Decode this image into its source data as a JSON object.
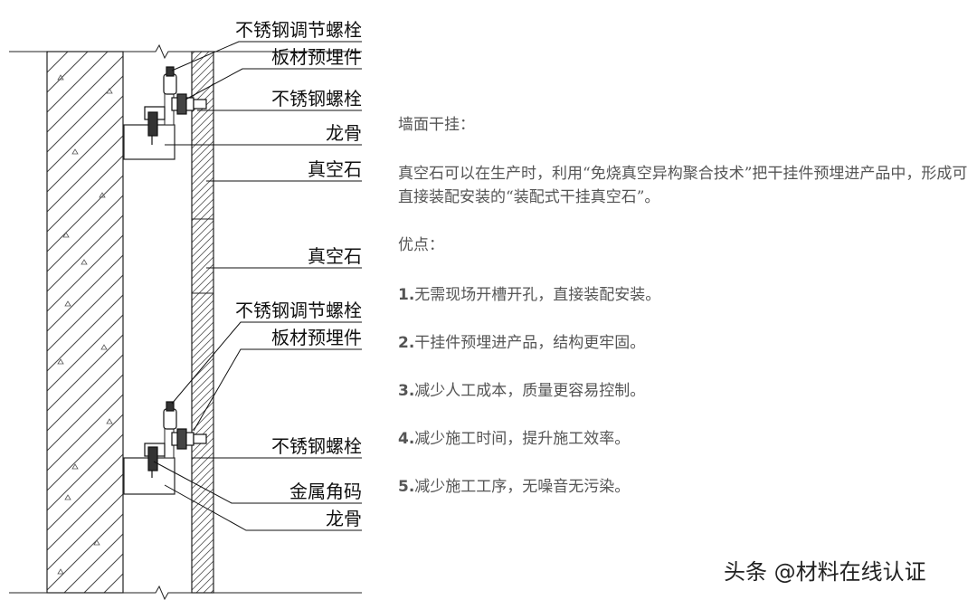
{
  "drawing": {
    "labels": {
      "adjust_bolt_1": "不锈钢调节螺栓",
      "embed_1": "板材预埋件",
      "ss_bolt_1": "不锈钢螺栓",
      "keel_1": "龙骨",
      "vacuum_stone_1": "真空石",
      "vacuum_stone_2": "真空石",
      "adjust_bolt_2": "不锈钢调节螺栓",
      "embed_2": "板材预埋件",
      "ss_bolt_2": "不锈钢螺栓",
      "angle_code": "金属角码",
      "keel_2": "龙骨"
    }
  },
  "description": {
    "heading": "墙面干挂：",
    "intro": "真空石可以在生产时，利用“免烧真空异构聚合技术”把干挂件预埋进产品中，形成可直接装配安装的“装配式干挂真空石”。",
    "advantages_title": "优点：",
    "advantages": [
      {
        "num": "1.",
        "text": "无需现场开槽开孔，直接装配安装。"
      },
      {
        "num": "2.",
        "text": "干挂件预埋进产品，结构更牢固。"
      },
      {
        "num": "3.",
        "text": "减少人工成本，质量更容易控制。"
      },
      {
        "num": "4.",
        "text": "减少施工时间，提升施工效率。"
      },
      {
        "num": "5.",
        "text": "减少施工工序，无噪音无污染。"
      }
    ]
  },
  "watermark": "头条 @材料在线认证"
}
